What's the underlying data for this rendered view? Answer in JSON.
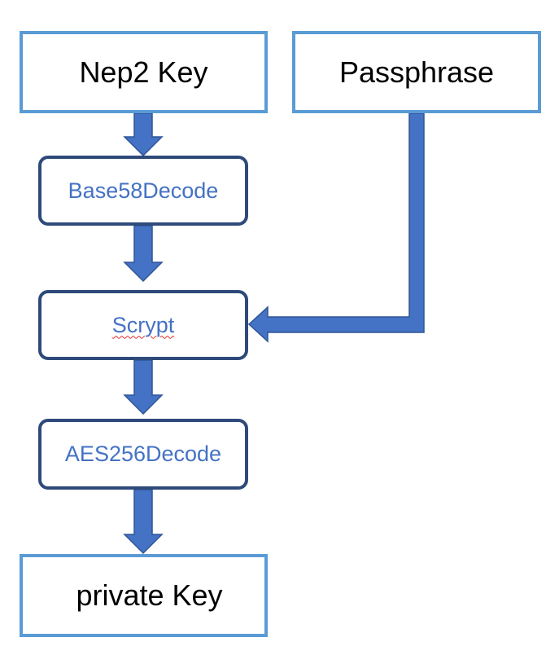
{
  "diagram": {
    "inputs": {
      "nep2_key": "Nep2 Key",
      "passphrase": "Passphrase"
    },
    "steps": {
      "base58": "Base58Decode",
      "scrypt": "Scrypt",
      "aes256": "AES256Decode"
    },
    "output": {
      "private_key": "private Key"
    },
    "colors": {
      "input_border": "#5b9bd5",
      "step_border": "#2e4a7a",
      "step_text": "#4472c4",
      "arrow_fill": "#4472c4",
      "arrow_stroke": "#2f5597",
      "spellcheck_underline": "#e03030"
    }
  }
}
